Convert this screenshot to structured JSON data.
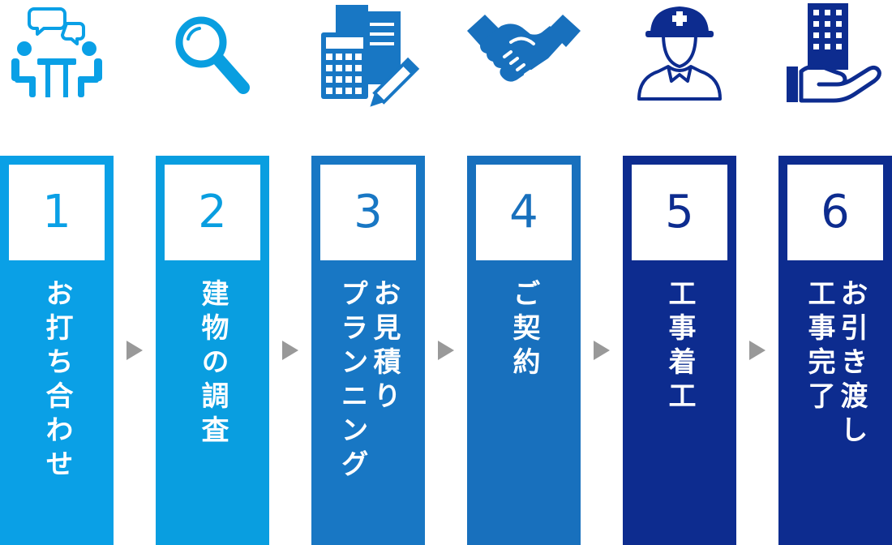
{
  "steps": [
    {
      "number": "1",
      "label_lines": [
        "お打ち合わせ"
      ],
      "color": "#0aa0e6",
      "icon": "meeting-icon"
    },
    {
      "number": "2",
      "label_lines": [
        "建物の調査"
      ],
      "color": "#099ee0",
      "icon": "magnifier-icon"
    },
    {
      "number": "3",
      "label_lines": [
        "お見積り",
        "プランニング"
      ],
      "color": "#1877c4",
      "icon": "estimate-icon"
    },
    {
      "number": "4",
      "label_lines": [
        "ご契約"
      ],
      "color": "#1870bd",
      "icon": "handshake-icon"
    },
    {
      "number": "5",
      "label_lines": [
        "工事着工"
      ],
      "color": "#0d2c8f",
      "icon": "worker-icon"
    },
    {
      "number": "6",
      "label_lines": [
        "お引き渡し",
        "工事完了"
      ],
      "color": "#0d2c8f",
      "icon": "building-hand-icon"
    }
  ],
  "arrow_color": "#999999"
}
